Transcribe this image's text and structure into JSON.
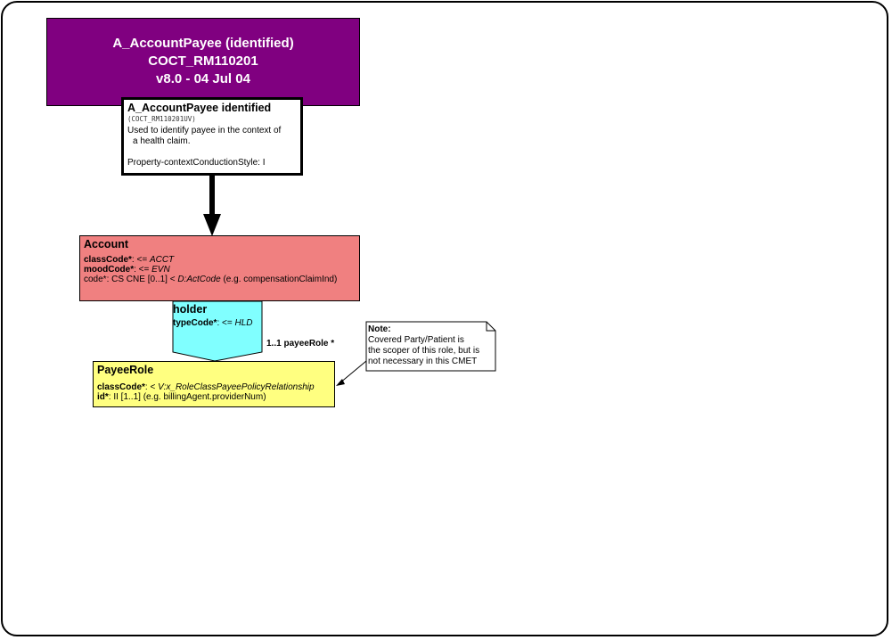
{
  "header": {
    "line1": "A_AccountPayee (identified)",
    "line2": "COCT_RM110201",
    "line3": "v8.0 - 04 Jul 04"
  },
  "entry_point": {
    "title": "A_AccountPayee identified",
    "code": "(COCT_RM110201UV)",
    "desc_line1": "Used to identify payee in the context of",
    "desc_line2": "a health claim.",
    "property": "Property-contextConductionStyle: I"
  },
  "account": {
    "title": "Account",
    "attrs": [
      {
        "name": "classCode*",
        "rest": ": <= ",
        "value": "ACCT"
      },
      {
        "name": "moodCode*",
        "rest": ": <= ",
        "value": "EVN"
      },
      {
        "name": "",
        "plain": "code*: CS CNE [0..1] < ",
        "value": "D:ActCode",
        "suffix": " (e.g. compensationClaimInd)"
      }
    ]
  },
  "holder": {
    "title": "holder",
    "attr_name": "typeCode*",
    "attr_rest": ": <= ",
    "attr_value": "HLD"
  },
  "association": {
    "label": "1..1 payeeRole  *"
  },
  "payee_role": {
    "title": "PayeeRole",
    "attr1_name": "classCode*",
    "attr1_rest": ": < ",
    "attr1_value": "V:x_RoleClassPayeePolicyRelationship",
    "attr2_name": "id*",
    "attr2_rest": ": II [1..1] (e.g. billingAgent.providerNum)"
  },
  "note": {
    "title": "Note:",
    "line1": "Covered Party/Patient is",
    "line2": "the scoper of this role, but is",
    "line3": "not necessary in this CMET"
  },
  "colors": {
    "header": "#800080",
    "account": "#f08080",
    "holder": "#80ffff",
    "payee_role": "#ffff80",
    "note": "#ffffff"
  }
}
